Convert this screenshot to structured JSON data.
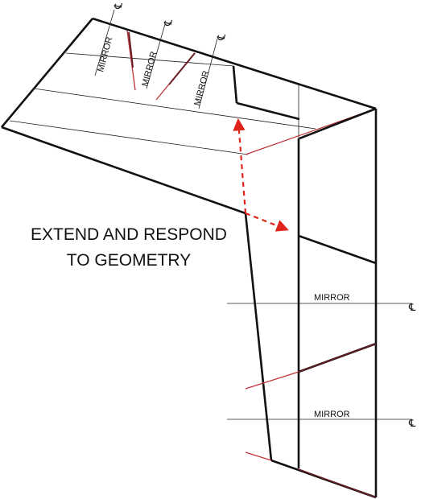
{
  "diagram": {
    "annotation_lines": [
      "EXTEND AND RESPOND",
      "TO GEOMETRY"
    ],
    "mirror_label": "MIRROR",
    "centerline_symbol": "℄",
    "colors": {
      "outline": "#111111",
      "thin": "#222222",
      "accent": "#c0323a",
      "arrow": "#e0231b"
    }
  }
}
